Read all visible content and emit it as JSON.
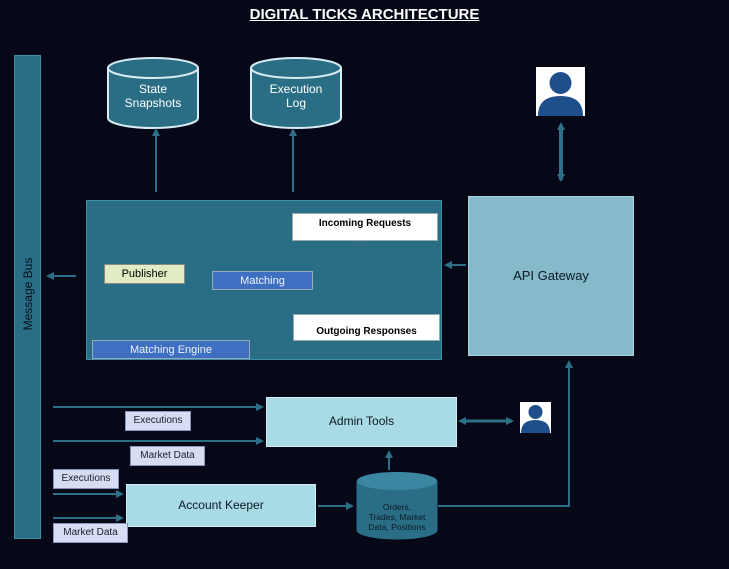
{
  "title": "DIGITAL TICKS ARCHITECTURE",
  "message_bus": {
    "label": "Message Bus"
  },
  "storage": {
    "state_snapshots": [
      "State",
      "Snapshots"
    ],
    "execution_log": [
      "Execution",
      "Log"
    ],
    "orders_db": [
      "Orders,",
      "Trades, Market",
      "Data, Positions"
    ]
  },
  "matching_engine": {
    "label": "Matching Engine",
    "publisher": "Publisher",
    "matching": "Matching",
    "incoming_requests": "Incoming Requests",
    "outgoing_responses": "Outgoing Responses"
  },
  "api_gateway": {
    "label": "API Gateway"
  },
  "admin_tools": {
    "label": "Admin Tools"
  },
  "account_keeper": {
    "label": "Account Keeper"
  },
  "feeds": {
    "executions_admin": "Executions",
    "market_data_admin": "Market Data",
    "executions_keeper": "Executions",
    "market_data_keeper": "Market Data"
  },
  "colors": {
    "background": "#060818",
    "teal_dark": "#2a6e86",
    "teal_light": "#86b9c9",
    "cyan_box": "#a8dbe6",
    "arrow": "#2e6f88",
    "blue_label": "#3f6fc0"
  },
  "icons": [
    "user-icon",
    "admin-user-icon",
    "database-icon"
  ]
}
